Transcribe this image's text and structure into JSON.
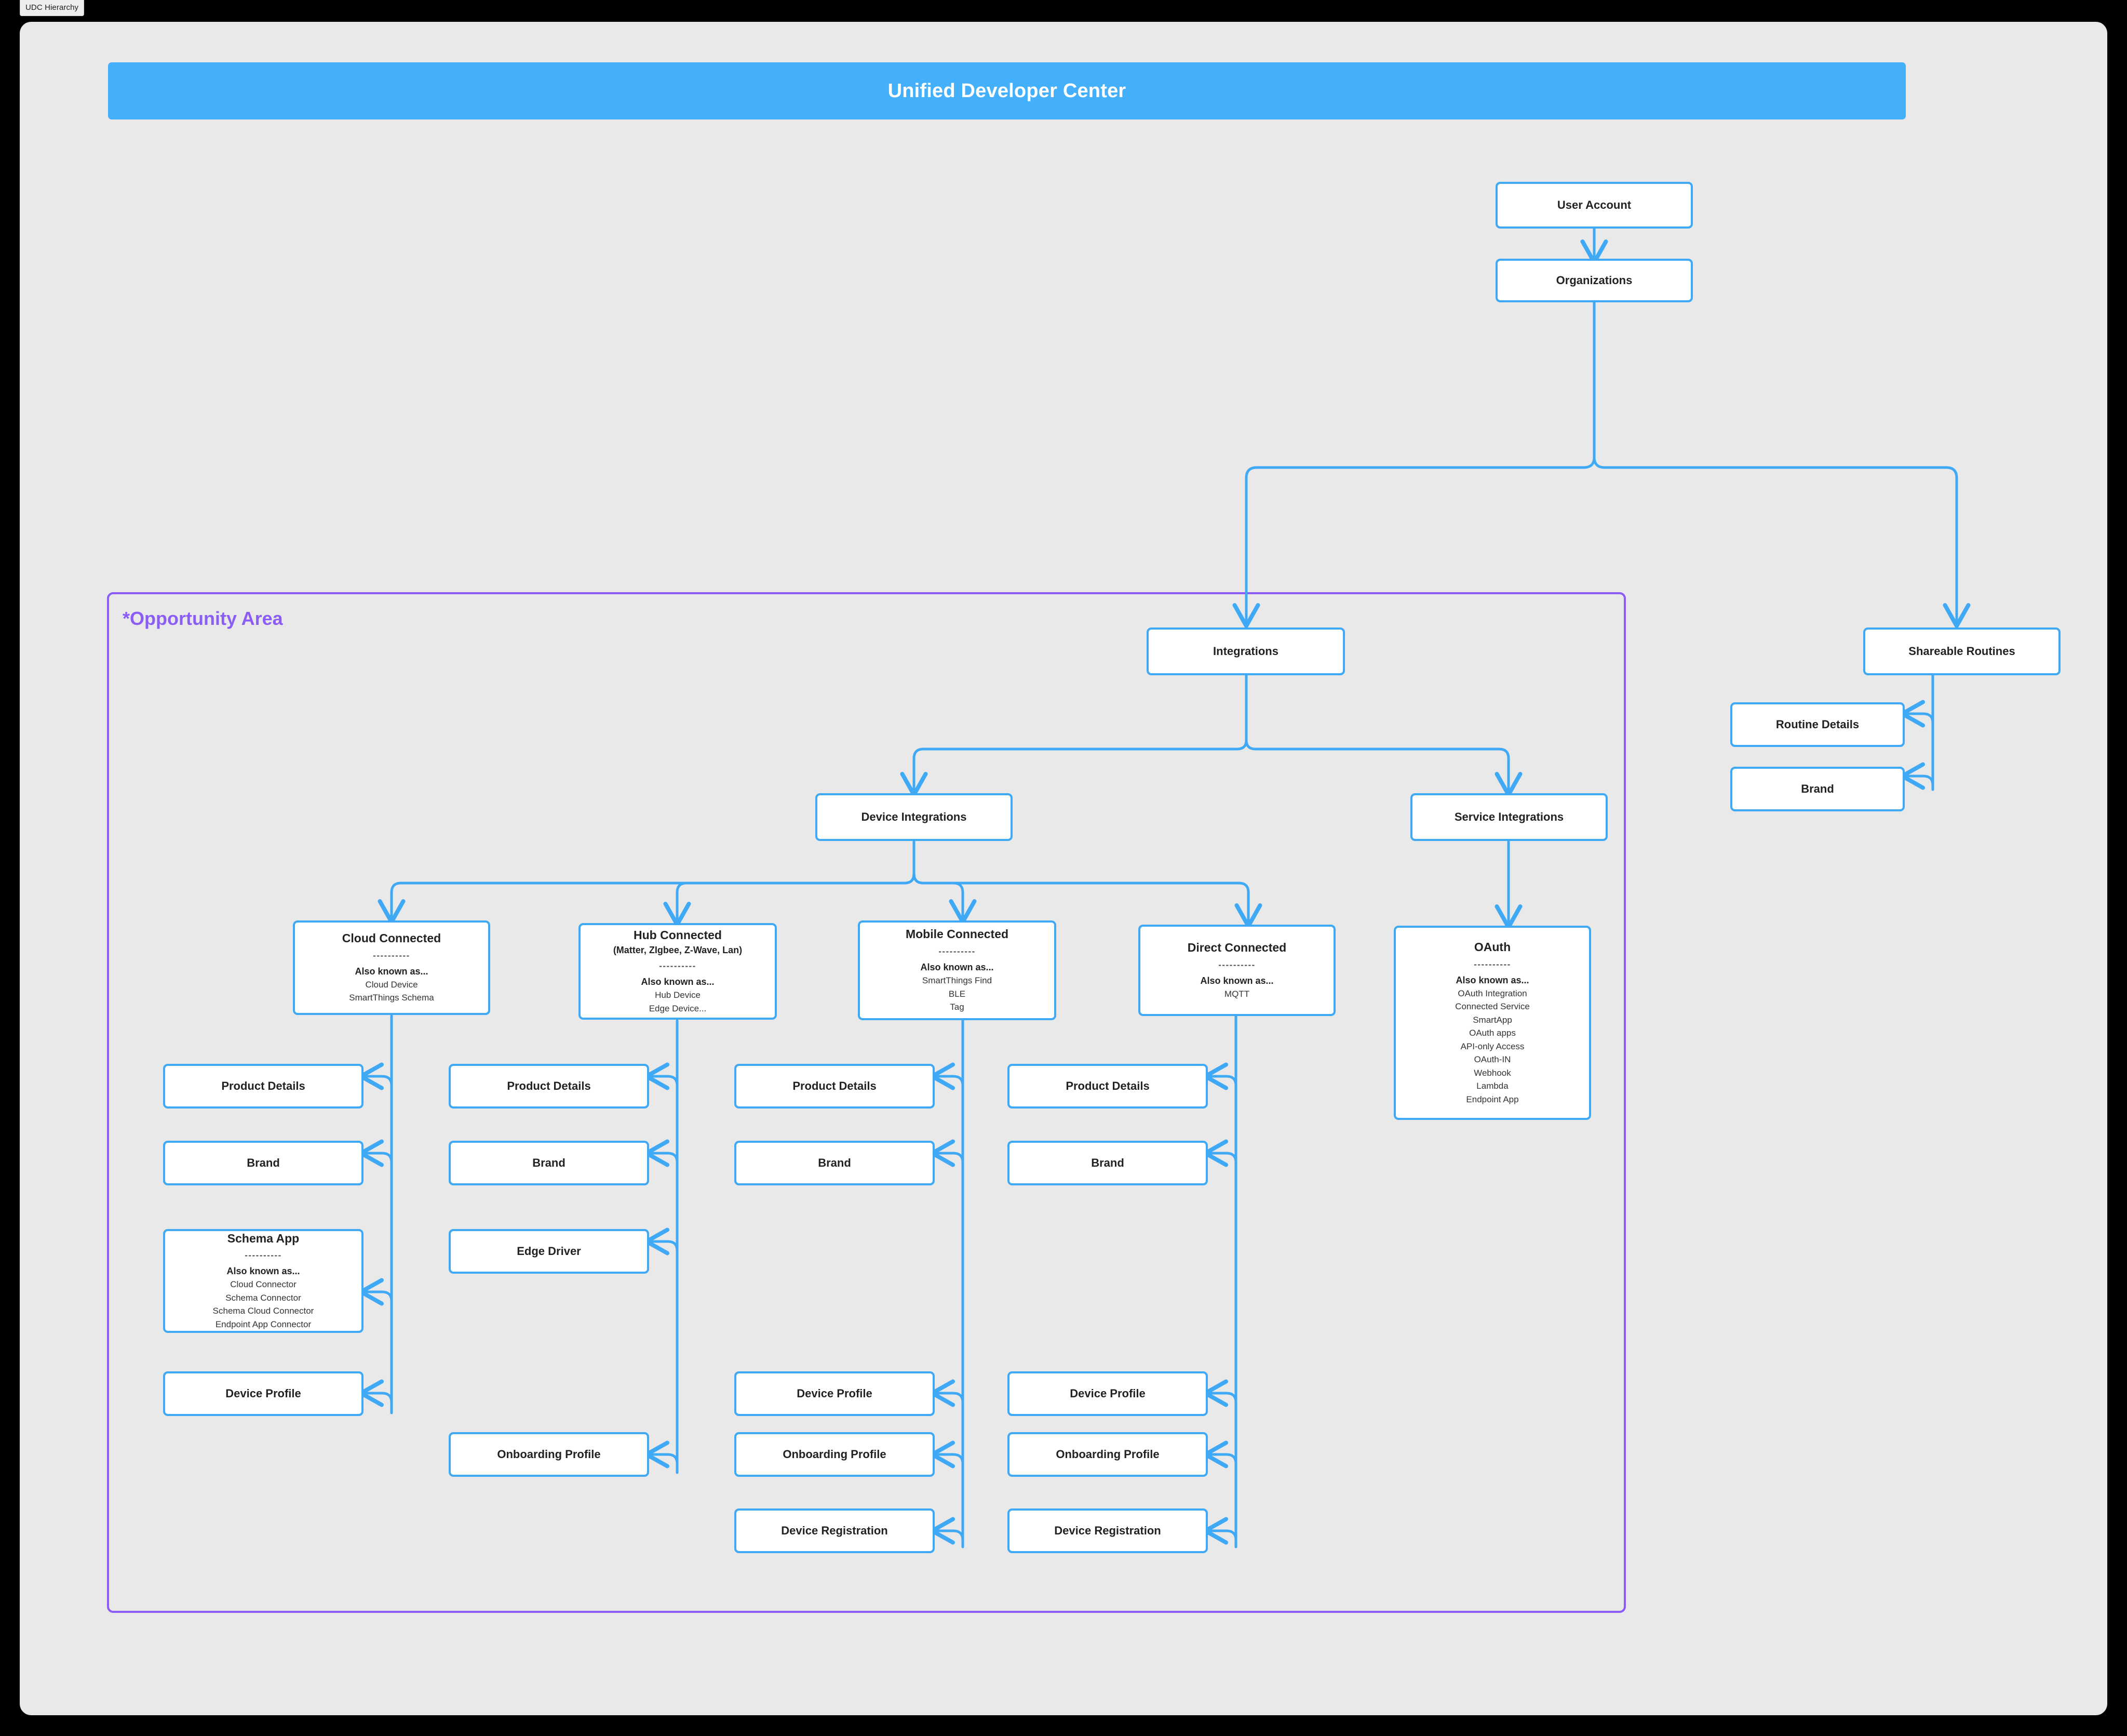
{
  "window": {
    "tab_label": "UDC Hierarchy"
  },
  "banner": {
    "title": "Unified Developer Center"
  },
  "opportunity": {
    "label": "*Opportunity Area",
    "color": "#8B5CF6"
  },
  "theme": {
    "node_border": "#3FA9F5",
    "banner_bg": "#44AFFA",
    "canvas_bg": "#E9E9E9",
    "edge": "#3FA9F5"
  },
  "nodes": {
    "user_account": {
      "title": "User Account"
    },
    "organizations": {
      "title": "Organizations"
    },
    "integrations": {
      "title": "Integrations"
    },
    "shareable_routines": {
      "title": "Shareable Routines"
    },
    "routine_details": {
      "title": "Routine Details"
    },
    "routine_brand": {
      "title": "Brand"
    },
    "device_integrations": {
      "title": "Device Integrations"
    },
    "service_integrations": {
      "title": "Service Integrations"
    },
    "cloud_connected": {
      "title": "Cloud Connected",
      "divider": "----------",
      "aka_label": "Also known as...",
      "aliases": [
        "Cloud Device",
        "SmartThings Schema"
      ]
    },
    "hub_connected": {
      "title": "Hub Connected",
      "subtitle": "(Matter, ZIgbee, Z-Wave, Lan)",
      "divider": "----------",
      "aka_label": "Also known as...",
      "aliases": [
        "Hub Device",
        "Edge Device..."
      ]
    },
    "mobile_connected": {
      "title": "Mobile Connected",
      "divider": "----------",
      "aka_label": "Also known as...",
      "aliases": [
        "SmartThings Find",
        "BLE",
        "Tag"
      ]
    },
    "direct_connected": {
      "title": "Direct Connected",
      "divider": "----------",
      "aka_label": "Also known as...",
      "aliases": [
        "MQTT"
      ]
    },
    "oauth": {
      "title": "OAuth",
      "divider": "----------",
      "aka_label": "Also known as...",
      "aliases": [
        "OAuth Integration",
        "Connected Service",
        "SmartApp",
        "OAuth apps",
        "API-only Access",
        "OAuth-IN",
        "Webhook",
        "Lambda",
        "Endpoint App"
      ]
    },
    "schema_app": {
      "title": "Schema App",
      "divider": "----------",
      "aka_label": "Also known as...",
      "aliases": [
        "Cloud Connector",
        "Schema Connector",
        "Schema Cloud Connector",
        "Endpoint App Connector"
      ]
    },
    "cc_product_details": {
      "title": "Product Details"
    },
    "cc_brand": {
      "title": "Brand"
    },
    "cc_device_profile": {
      "title": "Device Profile"
    },
    "hc_product_details": {
      "title": "Product Details"
    },
    "hc_brand": {
      "title": "Brand"
    },
    "hc_edge_driver": {
      "title": "Edge Driver"
    },
    "hc_onboarding_profile": {
      "title": "Onboarding Profile"
    },
    "mc_product_details": {
      "title": "Product Details"
    },
    "mc_brand": {
      "title": "Brand"
    },
    "mc_device_profile": {
      "title": "Device Profile"
    },
    "mc_onboarding_profile": {
      "title": "Onboarding Profile"
    },
    "mc_device_registration": {
      "title": "Device Registration"
    },
    "dc_product_details": {
      "title": "Product Details"
    },
    "dc_brand": {
      "title": "Brand"
    },
    "dc_device_profile": {
      "title": "Device Profile"
    },
    "dc_onboarding_profile": {
      "title": "Onboarding Profile"
    },
    "dc_device_registration": {
      "title": "Device Registration"
    }
  }
}
